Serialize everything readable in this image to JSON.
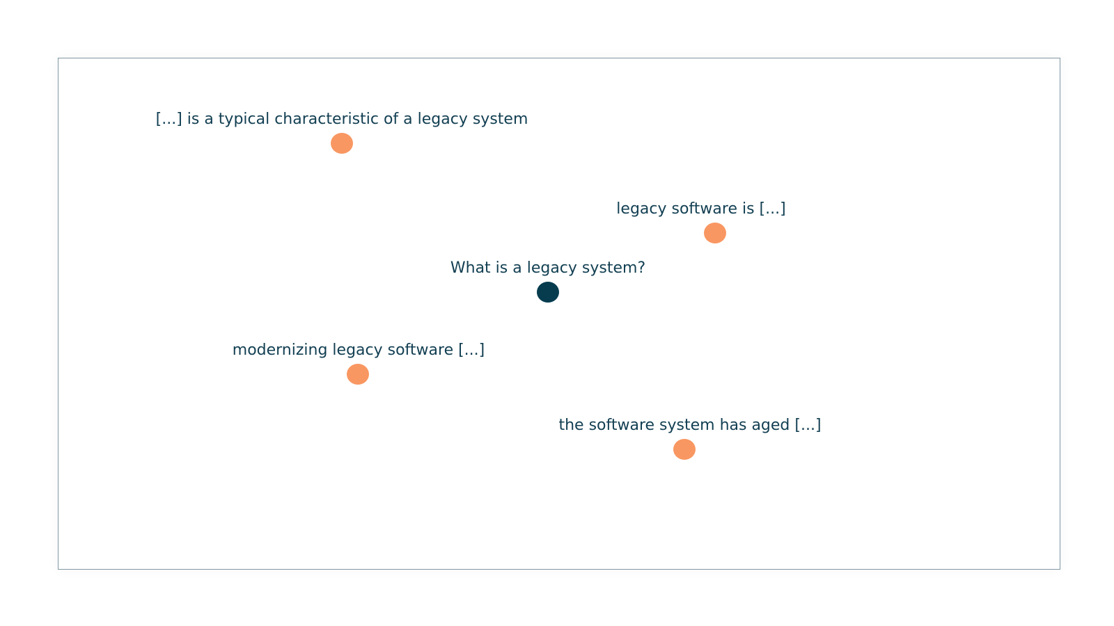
{
  "colors": {
    "answer_point": "#f99762",
    "query_point": "#073c4f",
    "text": "#123f52",
    "frame_border": "#8196a3"
  },
  "query": {
    "label": "What is a legacy system?"
  },
  "answers": [
    {
      "label": "[...] is a typical characteristic of a legacy system"
    },
    {
      "label": "legacy software is [...]"
    },
    {
      "label": "modernizing legacy software [...]"
    },
    {
      "label": "the software system has aged [...]"
    }
  ]
}
